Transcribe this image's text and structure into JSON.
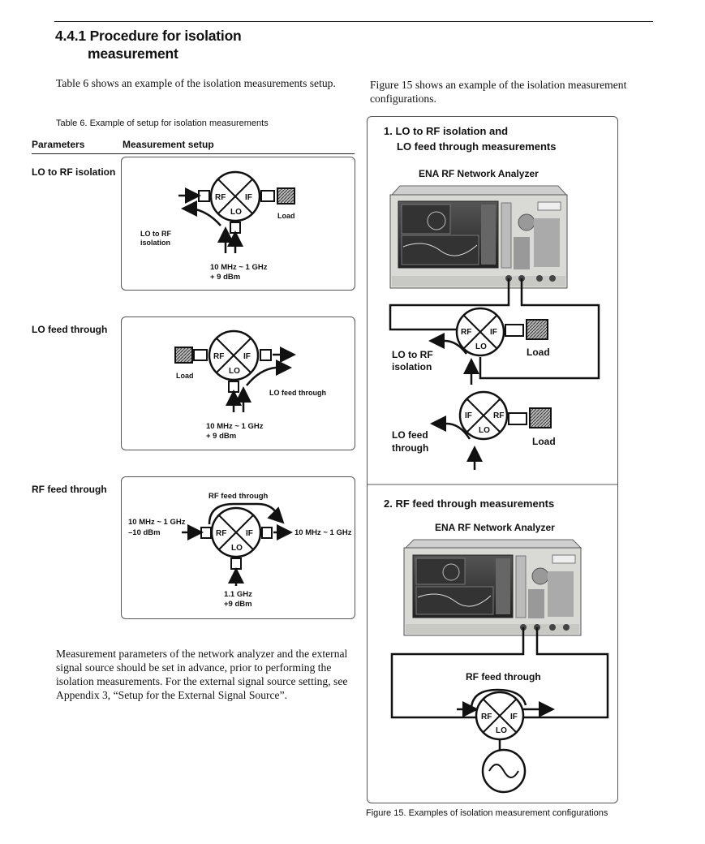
{
  "section": {
    "title_line1": "4.4.1 Procedure for isolation",
    "title_line2": "measurement"
  },
  "intro_left": "Table 6 shows an example of the isolation measurements setup.",
  "intro_right": "Figure 15 shows an example of the isolation measurement configurations.",
  "table": {
    "caption": "Table 6. Example of setup for isolation measurements",
    "col_parameters": "Parameters",
    "col_setup": "Measurement setup",
    "rows": [
      {
        "label": "LO to RF isolation",
        "load": "Load",
        "note_1": "LO to RF",
        "note_2": "isolation",
        "freq": "10 MHz ~ 1 GHz",
        "power": "+ 9 dBm"
      },
      {
        "label": "LO feed through",
        "load": "Load",
        "note": "LO feed through",
        "freq": "10 MHz ~ 1 GHz",
        "power": "+ 9 dBm"
      },
      {
        "label": "RF feed through",
        "top": "RF feed through",
        "in_freq": "10 MHz ~ 1 GHz",
        "in_power": "–10 dBm",
        "out_freq": "10 MHz ~ 1 GHz",
        "lo_freq": "1.1 GHz",
        "lo_power": "+9 dBm"
      }
    ]
  },
  "mixer_ports": {
    "rf": "RF",
    "if": "IF",
    "lo": "LO"
  },
  "bottom_paragraph": "Measurement parameters of the network analyzer and the external signal source should be set in advance, prior to performing the isolation measurements. For the external signal source setting, see Appendix 3, “Setup for the External Signal Source”.",
  "figure": {
    "panel1_title_1": "1.  LO to RF isolation and",
    "panel1_title_2": "LO feed through measurements",
    "analyzer_label": "ENA RF Network Analyzer",
    "lo_rf_1": "LO to RF",
    "lo_rf_2": "isolation",
    "load": "Load",
    "lo_feed_1": "LO feed",
    "lo_feed_2": "through",
    "panel2_title": "2.  RF feed through measurements",
    "rf_feed": "RF feed through",
    "caption": "Figure 15. Examples of isolation measurement configurations"
  }
}
